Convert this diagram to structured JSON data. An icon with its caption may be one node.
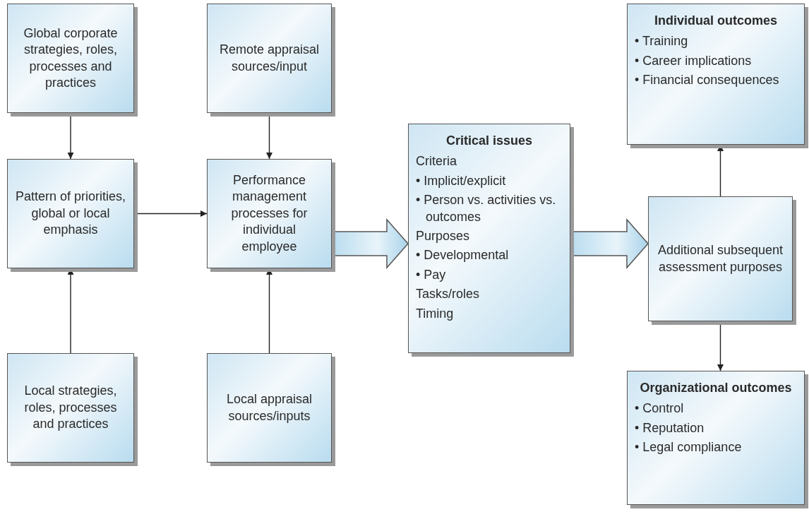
{
  "diagram": {
    "nodes": [
      {
        "text": [
          "Global corporate strategies, roles, processes and practices"
        ]
      },
      {
        "text": [
          "Pattern of priorities, global or local emphasis"
        ]
      },
      {
        "text": [
          "Local strategies, roles, processes and practices"
        ]
      },
      {
        "text": [
          "Remote appraisal sources/input"
        ]
      },
      {
        "text": [
          "Performance management processes for individual employee"
        ]
      },
      {
        "text": [
          "Local appraisal sources/inputs"
        ]
      },
      {
        "text": [
          "Critical issues",
          "Criteria",
          "• Implicit/explicit",
          "• Person vs. activities vs. outcomes",
          "Purposes",
          "• Developmental",
          "• Pay",
          "Tasks/roles",
          "Timing"
        ]
      },
      {
        "text": [
          "Individual outcomes",
          "• Training",
          "• Career implications",
          "• Financial consequences"
        ]
      },
      {
        "text": [
          "Additional subsequent assessment purposes"
        ]
      },
      {
        "text": [
          "Organizational outcomes",
          "• Control",
          "• Reputation",
          "• Legal compliance"
        ]
      }
    ],
    "edges": [
      {
        "from": 0,
        "to": 1,
        "arrow": "to"
      },
      {
        "from": 2,
        "to": 1,
        "arrow": "to"
      },
      {
        "from": 1,
        "to": 4,
        "arrow": "to"
      },
      {
        "from": 3,
        "to": 4,
        "arrow": "to"
      },
      {
        "from": 5,
        "to": 4,
        "arrow": "to"
      },
      {
        "from": 4,
        "to": 6,
        "arrow": "to",
        "style": "thick"
      },
      {
        "from": 6,
        "to": 8,
        "arrow": "to",
        "style": "thick"
      },
      {
        "from": 8,
        "to": 7,
        "arrow": "to"
      },
      {
        "from": 8,
        "to": 9,
        "arrow": "to"
      }
    ]
  }
}
